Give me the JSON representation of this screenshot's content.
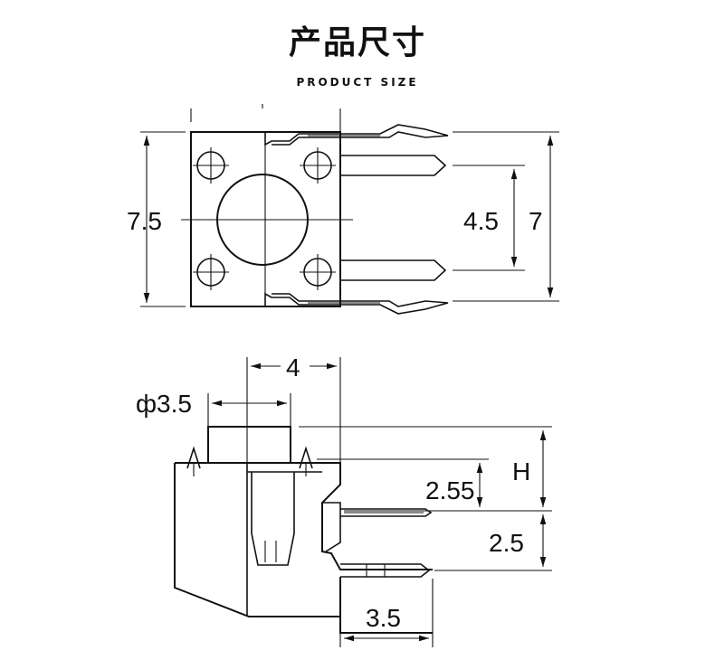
{
  "header": {
    "title": "产品尺寸",
    "subtitle": "PRODUCT SIZE"
  },
  "top_view": {
    "dim_body": "7.5",
    "dim_pin_pitch": "4.5",
    "dim_overall": "7"
  },
  "side_view": {
    "dim_width": "4",
    "dim_actuator_diameter": "ф3.5",
    "dim_height": "H",
    "dim_pin_offset": "2.55",
    "dim_pin_base": "2.5",
    "dim_leg": "3.5"
  },
  "colors": {
    "line": "#111111",
    "background": "#ffffff"
  }
}
